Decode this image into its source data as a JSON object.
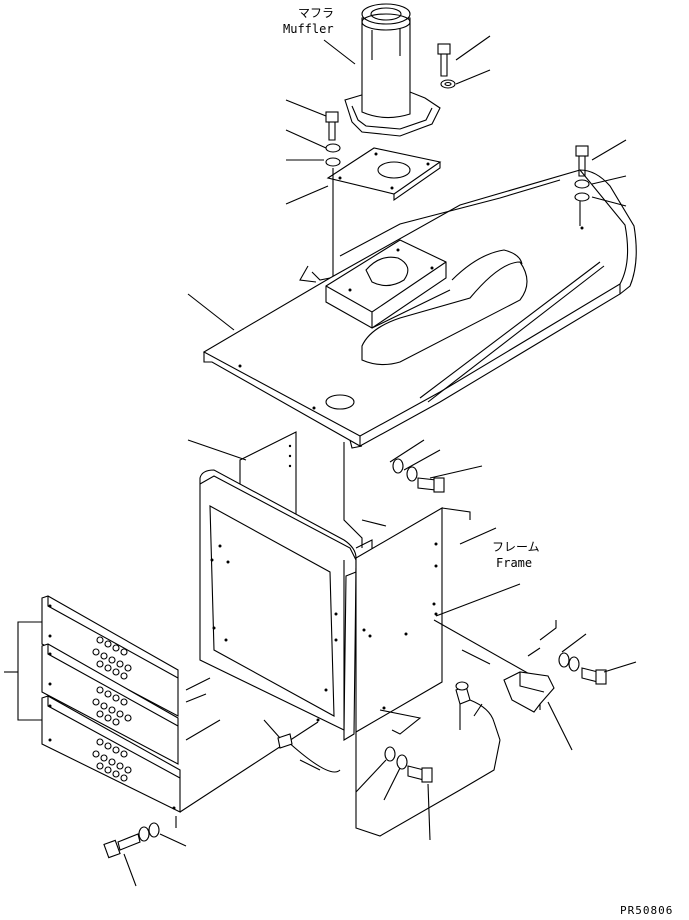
{
  "labels": {
    "muffler_jp": "マフラ",
    "muffler_en": "Muffler",
    "frame_jp": "フレーム",
    "frame_en": "Frame",
    "drawing_code": "PR50806"
  }
}
